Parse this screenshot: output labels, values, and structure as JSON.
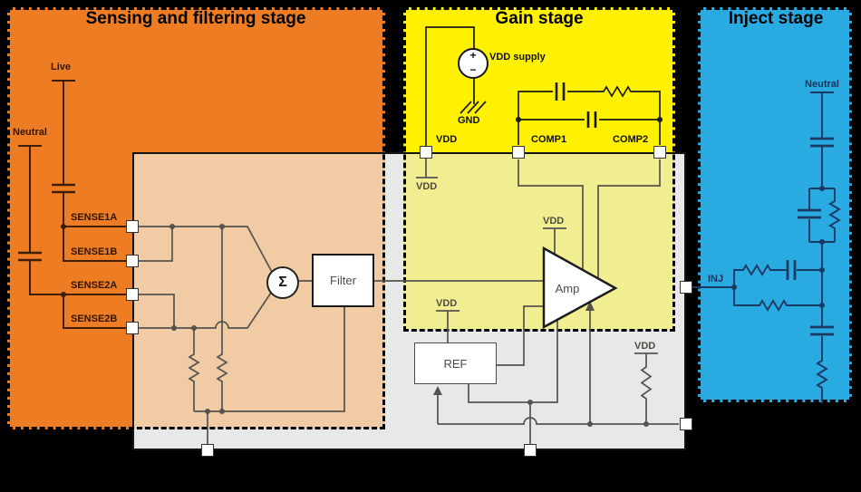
{
  "stages": {
    "sensing": {
      "title": "Sensing and filtering stage",
      "color": "#ed7c23"
    },
    "gain": {
      "title": "Gain stage",
      "color": "#fff100"
    },
    "inject": {
      "title": "Inject stage",
      "color": "#29abe2"
    }
  },
  "ic": {
    "color": "#e8e8e9"
  },
  "pins": {
    "vdd": "VDD",
    "comp1": "COMP1",
    "comp2": "COMP2",
    "sense1a": "SENSE1A",
    "sense1b": "SENSE1B",
    "sense2a": "SENSE2A",
    "sense2b": "SENSE2B",
    "inj": "INJ"
  },
  "nets": {
    "live": "Live",
    "neutral": "Neutral",
    "gnd": "GND",
    "vdd": "VDD",
    "vdd_supply": "VDD supply",
    "plus": "+",
    "minus": "−"
  },
  "blocks": {
    "filter": "Filter",
    "ref": "REF",
    "amp": "Amp",
    "sigma": "Σ"
  }
}
